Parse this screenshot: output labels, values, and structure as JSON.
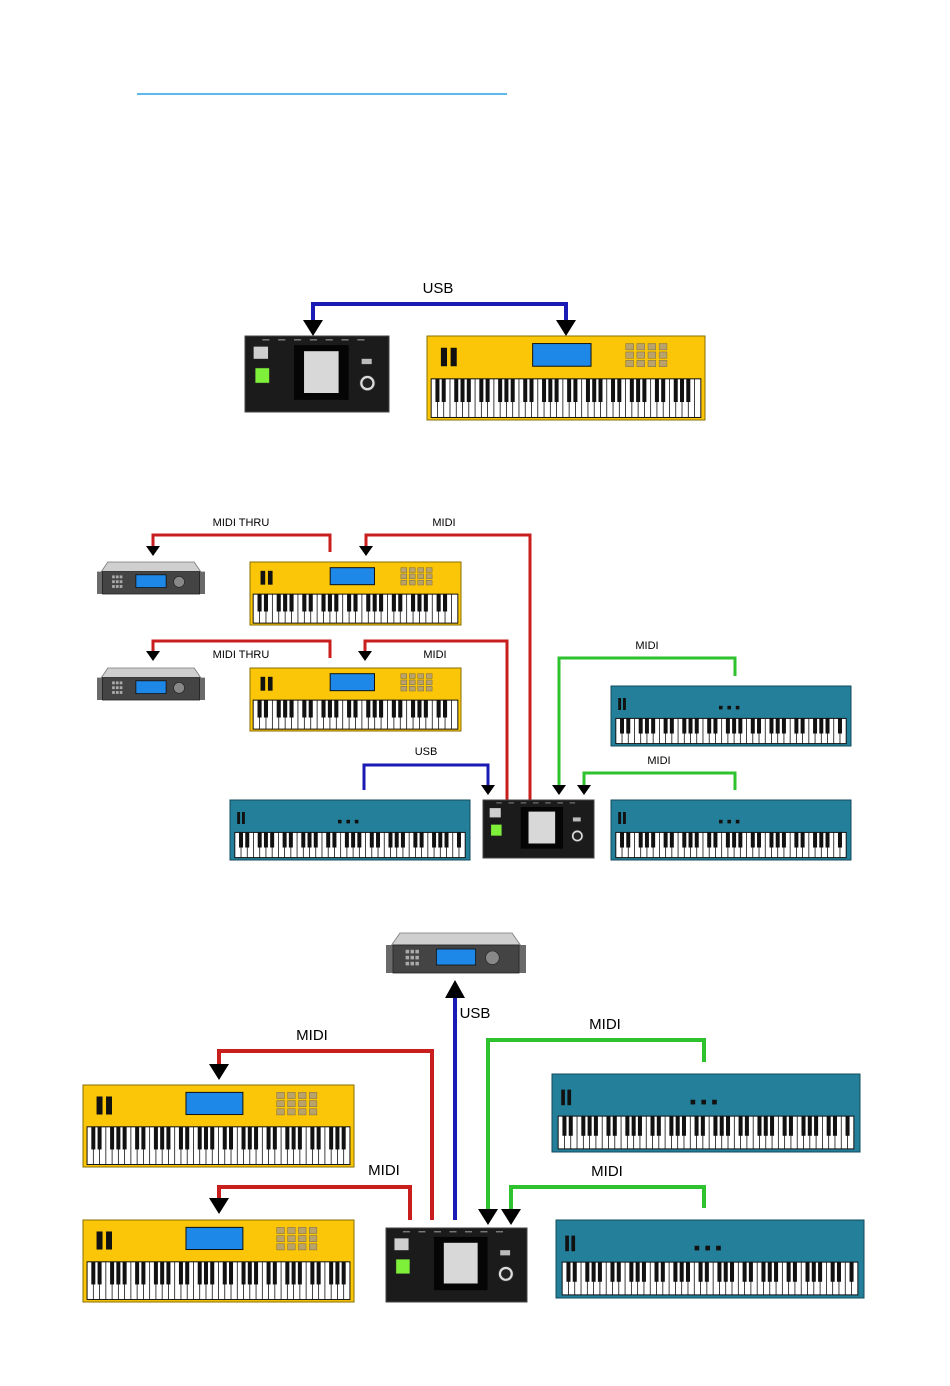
{
  "colors": {
    "usb": "#1a1ab4",
    "midi": "#c81e1e",
    "midi_green": "#2ec22e",
    "yellow_keyboard": "#fbc607",
    "teal_keyboard": "#24809a",
    "lcd": "#1e88e8",
    "header_rule": "#2aa0e6"
  },
  "icons": {
    "controller": "midi-controller-unit-icon",
    "screen": "lcd-screen-icon",
    "keyboard_yellow": "yellow-synth-keyboard-icon",
    "keyboard_teal": "teal-master-keyboard-icon",
    "rack": "rack-sound-module-icon"
  },
  "diagram1": {
    "usb": "USB"
  },
  "diagram2": {
    "midi_thru_1": "MIDI THRU",
    "midi_1": "MIDI",
    "midi_thru_2": "MIDI THRU",
    "midi_2": "MIDI",
    "midi_green_1": "MIDI",
    "usb": "USB",
    "midi_green_2": "MIDI"
  },
  "diagram3": {
    "usb": "USB",
    "midi_1": "MIDI",
    "midi_2": "MIDI",
    "midi_green_1": "MIDI",
    "midi_green_2": "MIDI"
  }
}
